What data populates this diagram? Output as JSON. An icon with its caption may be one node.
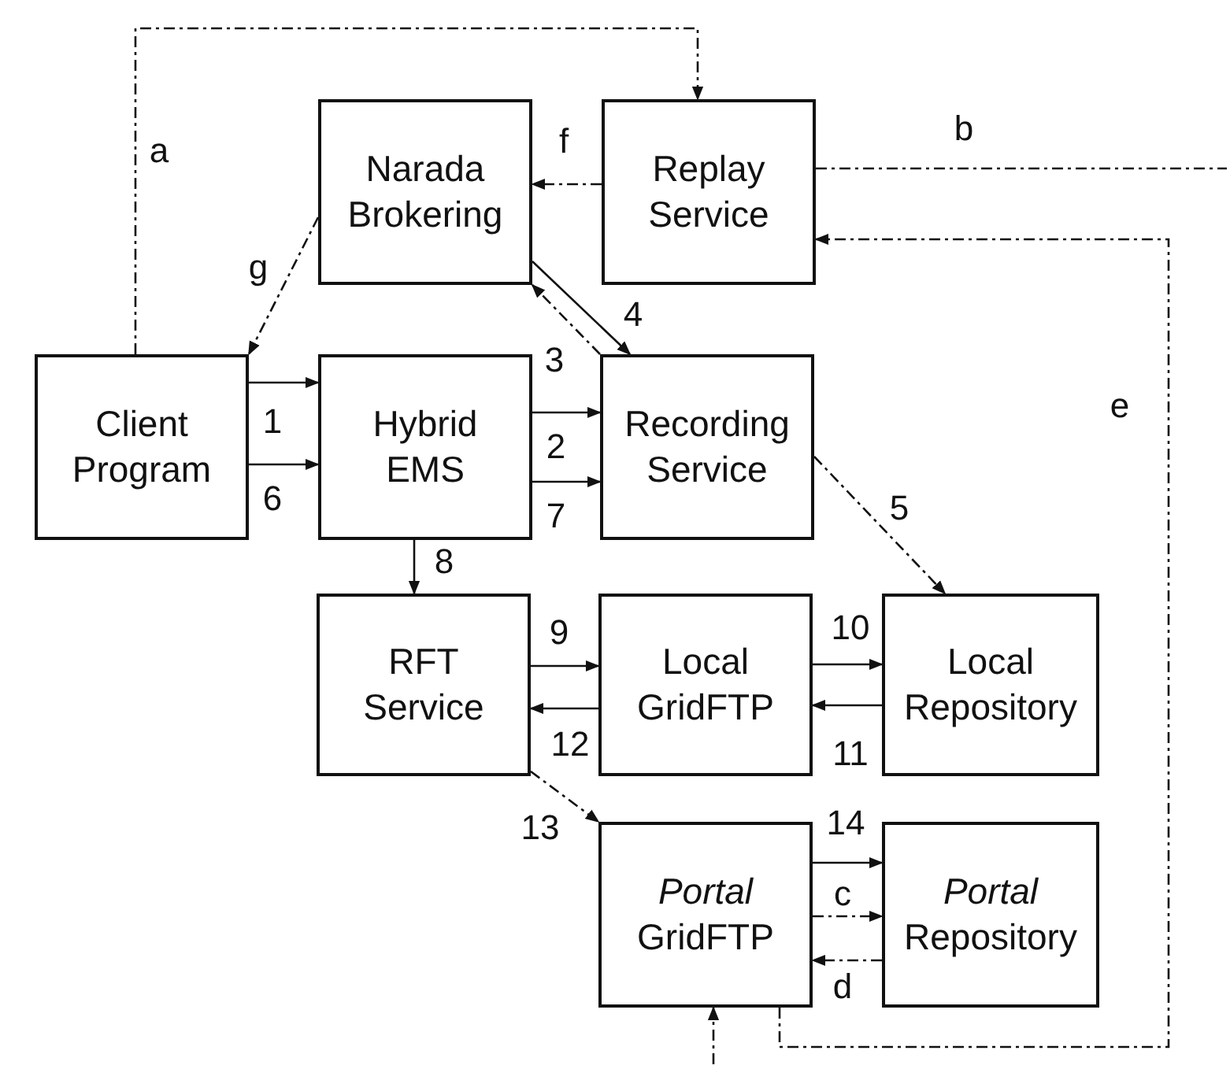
{
  "diagram": {
    "nodes": [
      {
        "text": [
          "Narada Brokering"
        ]
      },
      {
        "text": [
          "Replay Service"
        ]
      },
      {
        "text": [
          "Client Program"
        ]
      },
      {
        "text": [
          "Hybrid EMS"
        ]
      },
      {
        "text": [
          "Recording Service"
        ]
      },
      {
        "text": [
          "RFT Service"
        ]
      },
      {
        "text": [
          "Local GridFTP"
        ]
      },
      {
        "text": [
          "Local Repository"
        ]
      },
      {
        "text": [
          "*Portal* GridFTP"
        ]
      },
      {
        "text": [
          "*Portal* Repository"
        ]
      }
    ],
    "edges": [
      {
        "from": 2,
        "to": 1,
        "arrow": "to",
        "label": "a",
        "style": "dashed"
      },
      {
        "from": 1,
        "to": null,
        "arrow": "none",
        "label": "b",
        "style": "dashed"
      },
      {
        "from": 1,
        "to": 0,
        "arrow": "to",
        "label": "f",
        "style": "dashed"
      },
      {
        "from": 0,
        "to": 2,
        "arrow": "to",
        "label": "g",
        "style": "dashed"
      },
      {
        "from": 2,
        "to": 3,
        "arrow": "to",
        "label": "1"
      },
      {
        "from": 2,
        "to": 3,
        "arrow": "to",
        "label": "6"
      },
      {
        "from": 4,
        "to": 0,
        "arrow": "to",
        "label": "3",
        "style": "dashed"
      },
      {
        "from": 0,
        "to": 4,
        "arrow": "to",
        "label": "4"
      },
      {
        "from": 3,
        "to": 4,
        "arrow": "to",
        "label": "2"
      },
      {
        "from": 3,
        "to": 4,
        "arrow": "to",
        "label": "7"
      },
      {
        "from": 4,
        "to": 7,
        "arrow": "to",
        "label": "5",
        "style": "dashed"
      },
      {
        "from": 3,
        "to": 5,
        "arrow": "to",
        "label": "8"
      },
      {
        "from": 5,
        "to": 6,
        "arrow": "to",
        "label": "9"
      },
      {
        "from": 6,
        "to": 5,
        "arrow": "to",
        "label": "12"
      },
      {
        "from": 6,
        "to": 7,
        "arrow": "to",
        "label": "10"
      },
      {
        "from": 7,
        "to": 6,
        "arrow": "to",
        "label": "11"
      },
      {
        "from": 5,
        "to": 8,
        "arrow": "to",
        "label": "13",
        "style": "dashed"
      },
      {
        "from": 8,
        "to": 9,
        "arrow": "to",
        "label": "14"
      },
      {
        "from": 8,
        "to": 9,
        "arrow": "to",
        "label": "c",
        "style": "dashed"
      },
      {
        "from": 9,
        "to": 8,
        "arrow": "to",
        "label": "d",
        "style": "dashed"
      },
      {
        "from": 8,
        "to": 1,
        "arrow": "to",
        "label": "e",
        "style": "dashed"
      },
      {
        "from": null,
        "to": 8,
        "arrow": "to",
        "style": "dashed"
      }
    ]
  }
}
